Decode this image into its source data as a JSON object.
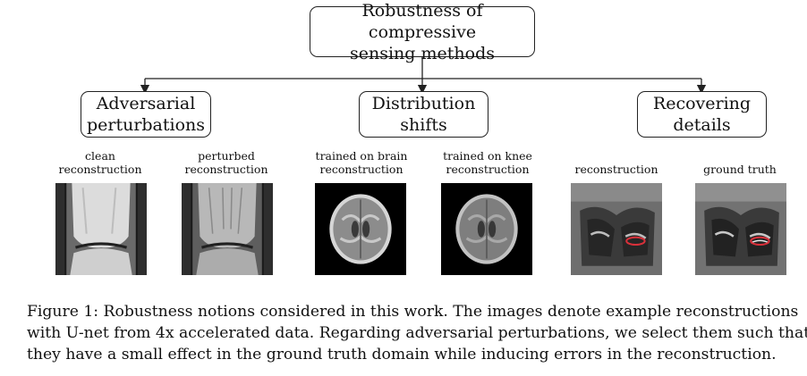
{
  "root": {
    "line1": "Robustness of compressive",
    "line2": "sensing methods"
  },
  "categories": [
    {
      "line1": "Adversarial",
      "line2": "perturbations"
    },
    {
      "line1": "Distribution",
      "line2": "shifts"
    },
    {
      "line1": "Recovering",
      "line2": "details"
    }
  ],
  "images": [
    {
      "label1": "clean",
      "label2": "reconstruction"
    },
    {
      "label1": "perturbed",
      "label2": "reconstruction"
    },
    {
      "label1": "trained on brain",
      "label2": "reconstruction"
    },
    {
      "label1": "trained on knee",
      "label2": "reconstruction"
    },
    {
      "label1": "reconstruction",
      "label2": ""
    },
    {
      "label1": "ground truth",
      "label2": ""
    }
  ],
  "caption": {
    "line1": "Figure 1: Robustness notions considered in this work. The images denote example reconstructions",
    "line2": "with U-net from 4x accelerated data. Regarding adversarial perturbations, we select them such that",
    "line3": "they have a small effect in the ground truth domain while inducing errors in the reconstruction."
  },
  "colors": {
    "highlight": "#d8303a"
  }
}
